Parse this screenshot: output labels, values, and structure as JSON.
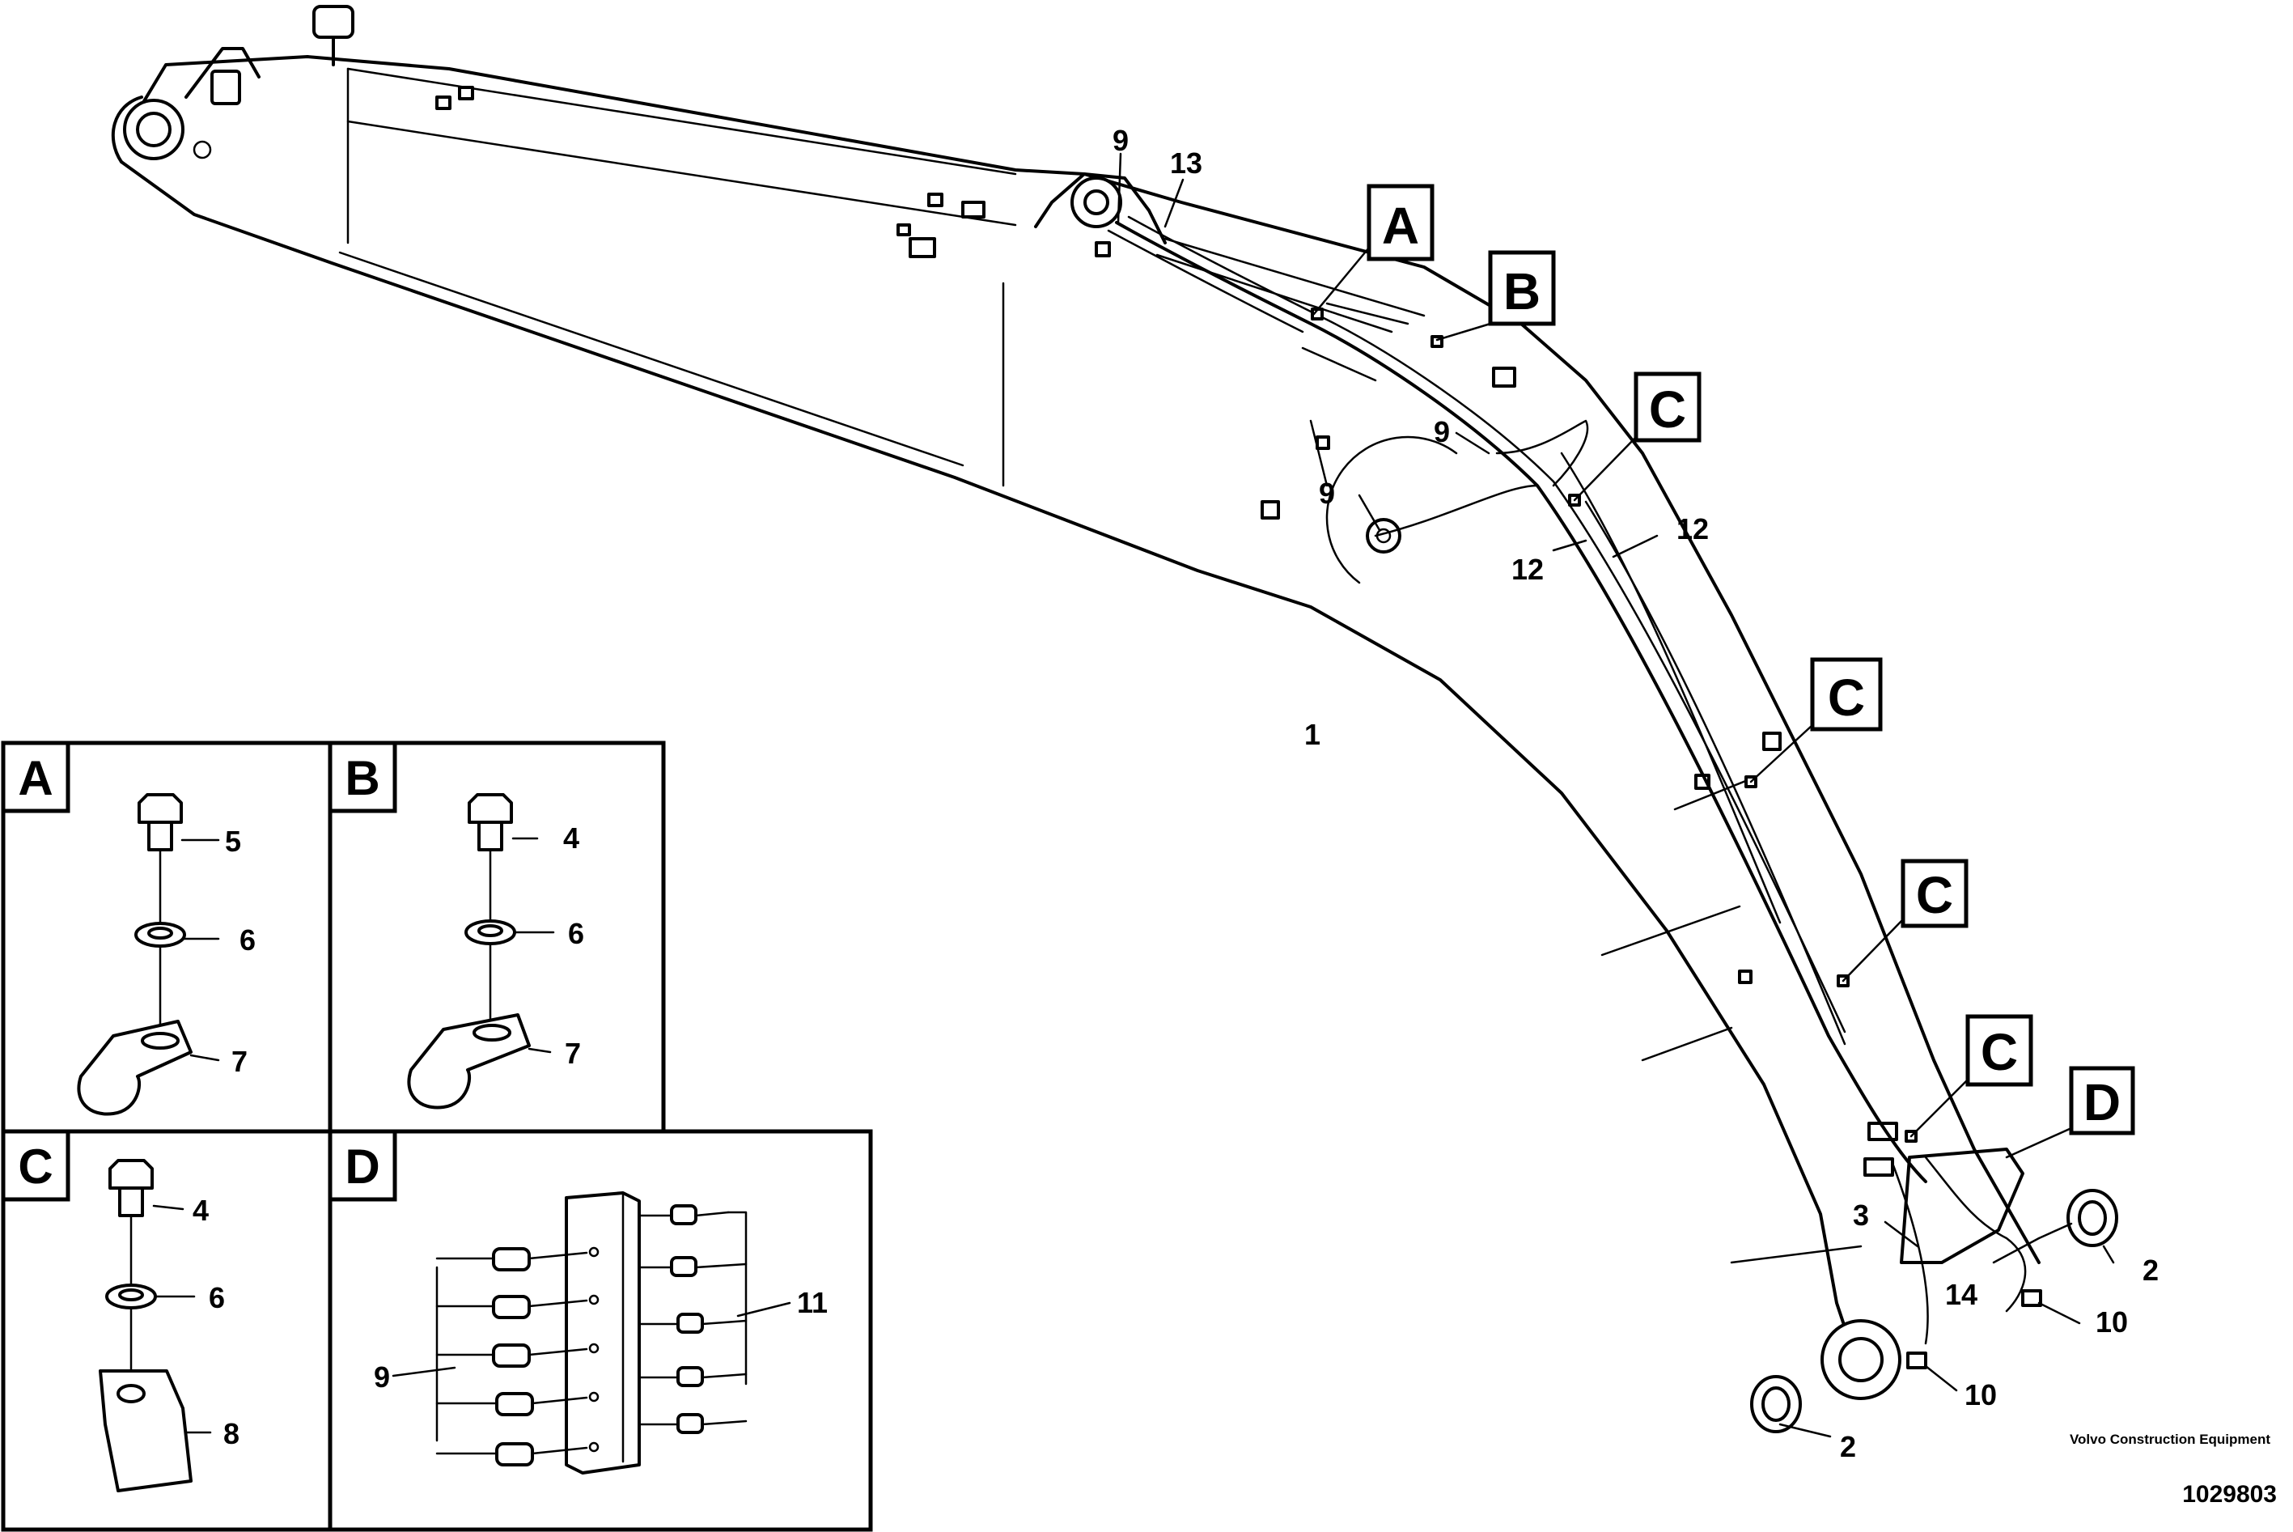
{
  "callouts": {
    "arm": "1",
    "bushing_top": "2",
    "bushing_bottom": "2",
    "hose": "3",
    "nipple_top": "9",
    "nipple_mid": "9",
    "nipple_low": "9",
    "pipe_13": "13",
    "pipe_12_left": "12",
    "pipe_12_right": "12",
    "hose_14": "14",
    "plug_10_right": "10",
    "plug_10_bottom": "10"
  },
  "detail_markers": {
    "A": "A",
    "B": "B",
    "C1": "C",
    "C2": "C",
    "C3": "C",
    "C4": "C",
    "D": "D"
  },
  "panels": {
    "A": {
      "letter": "A",
      "bolt": "5",
      "washer": "6",
      "clamp": "7"
    },
    "B": {
      "letter": "B",
      "bolt": "4",
      "washer": "6",
      "clamp": "7"
    },
    "C": {
      "letter": "C",
      "bolt": "4",
      "washer": "6",
      "clamp": "8"
    },
    "D": {
      "letter": "D",
      "nipple": "9",
      "plug": "11"
    }
  },
  "footer": {
    "brand": "Volvo Construction Equipment",
    "doc_number": "1029803"
  }
}
